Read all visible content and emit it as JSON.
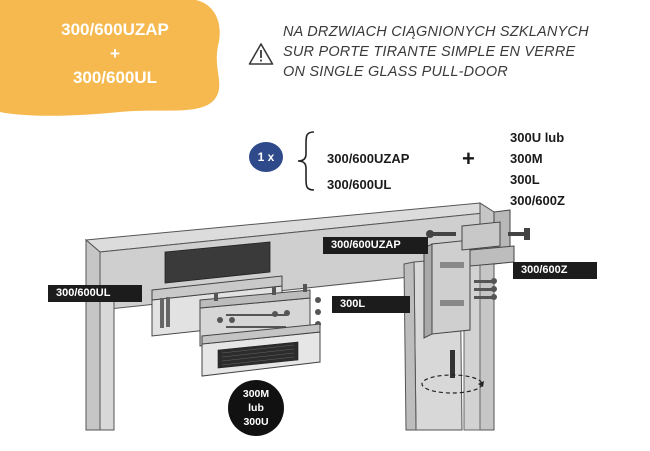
{
  "header": {
    "badge_lines": [
      "300/600UZAP",
      "+",
      "300/600UL"
    ],
    "badge_color": "#F5B94F",
    "warning_icon": "warning-triangle-icon",
    "warning_lines": [
      "NA DRZWIACH CIĄGNIONYCH SZKLANYCH",
      "SUR PORTE TIRANTE SIMPLE EN VERRE",
      "ON SINGLE GLASS PULL-DOOR"
    ]
  },
  "kit": {
    "quantity": "1 x",
    "quantity_color": "#2E4A8A",
    "group": [
      "300/600UZAP",
      "300/600UL"
    ],
    "plus": "+",
    "options": [
      "300U lub",
      "300M",
      "300L",
      "300/600Z"
    ]
  },
  "labels": {
    "uzap": "300/600UZAP",
    "z": "300/600Z",
    "ul": "300/600UL",
    "l": "300L",
    "magnet": [
      "300M",
      "lub",
      "300U"
    ]
  }
}
